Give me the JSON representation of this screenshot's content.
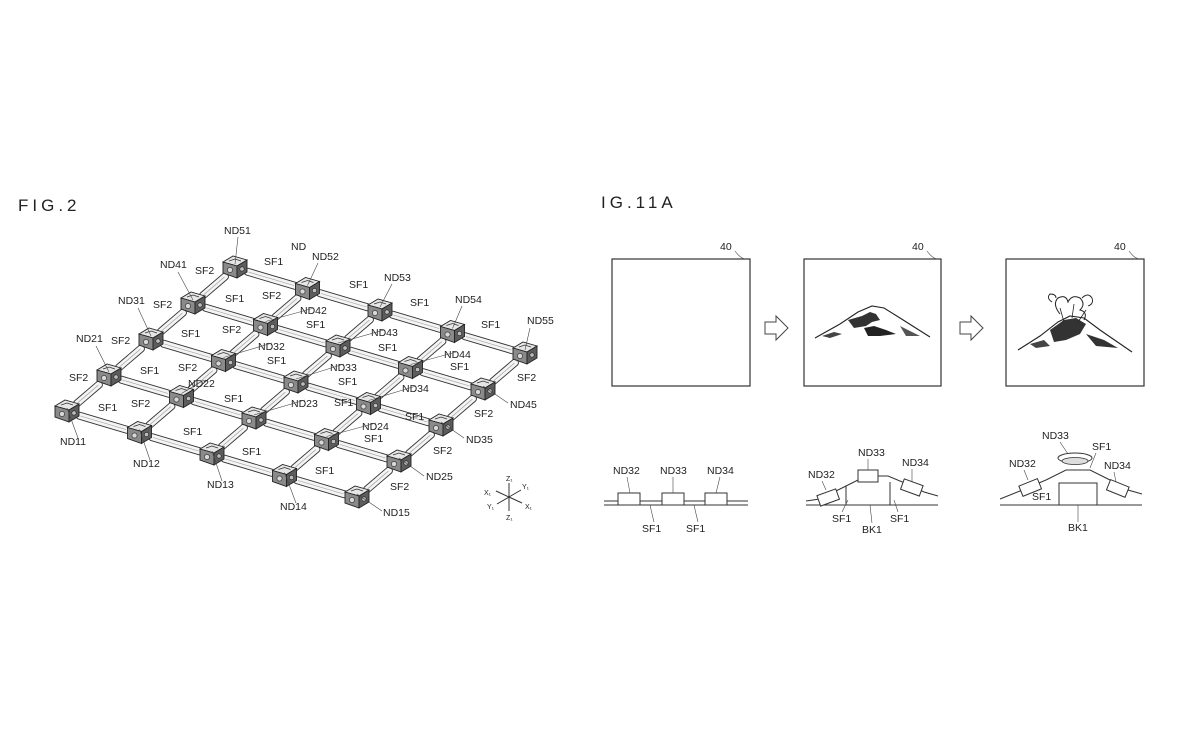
{
  "figure2": {
    "title": "FIG.2",
    "node_labels": [
      "ND11",
      "ND12",
      "ND13",
      "ND14",
      "ND15",
      "ND21",
      "ND22",
      "ND23",
      "ND24",
      "ND25",
      "ND31",
      "ND32",
      "ND33",
      "ND34",
      "ND35",
      "ND41",
      "ND42",
      "ND43",
      "ND44",
      "ND45",
      "ND51",
      "ND52",
      "ND53",
      "ND54",
      "ND55",
      "ND"
    ],
    "sf1": "SF1",
    "sf2": "SF2",
    "axes": {
      "z": "Z₁",
      "y": "Y₁",
      "x": "X₁"
    }
  },
  "figure11a": {
    "title": "IG.11A",
    "panel_ref": "40",
    "nodes": [
      "ND32",
      "ND33",
      "ND34"
    ],
    "sf1": "SF1",
    "bk1": "BK1"
  }
}
